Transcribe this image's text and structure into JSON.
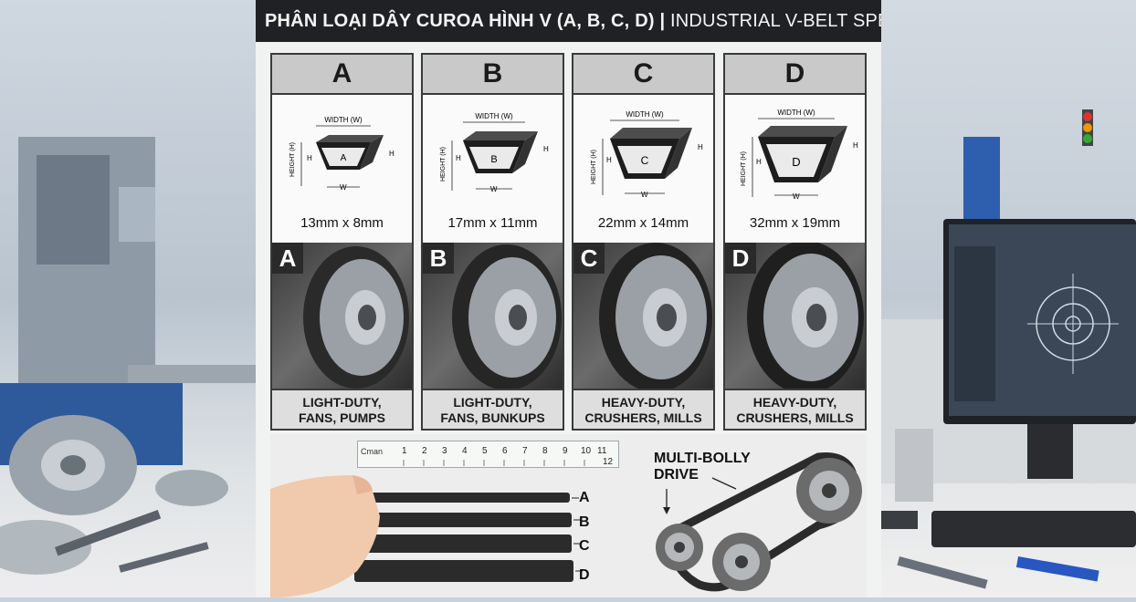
{
  "title": {
    "main": "PHÂN LOẠI DÂY CUROA HÌNH V (A, B, C, D) |",
    "sub": "INDUSTRIAL V-BELT SPECIFICATIONS"
  },
  "diagram_labels": {
    "width": "WIDTH (W)",
    "height_vertical": "HEIGHT (H)",
    "h": "H",
    "w": "W"
  },
  "columns": [
    {
      "letter": "A",
      "dims": "13mm x 8mm",
      "usage_line1": "LIGHT-DUTY,",
      "usage_line2": "FANS, PUMPS"
    },
    {
      "letter": "B",
      "dims": "17mm x 11mm",
      "usage_line1": "LIGHT-DUTY,",
      "usage_line2": "FANS, BUNKUPS"
    },
    {
      "letter": "C",
      "dims": "22mm x 14mm",
      "usage_line1": "HEAVY-DUTY,",
      "usage_line2": "CRUSHERS, MILLS"
    },
    {
      "letter": "D",
      "dims": "32mm x 19mm",
      "usage_line1": "HEAVY-DUTY,",
      "usage_line2": "CRUSHERS, MILLS"
    }
  ],
  "ruler": {
    "unit": "Cman",
    "ticks": [
      "1",
      "2",
      "3",
      "4",
      "5",
      "6",
      "7",
      "8",
      "9",
      "10",
      "11",
      "12"
    ]
  },
  "belt_samples": [
    "A",
    "B",
    "C",
    "D"
  ],
  "drive": {
    "line1": "MULTI-BOLLY",
    "line2": "DRIVE"
  },
  "colors": {
    "title_bg": "#1f2124",
    "header_bg": "#c9c9c9",
    "usage_bg": "#dedede",
    "belt": "#2b2b2b"
  }
}
